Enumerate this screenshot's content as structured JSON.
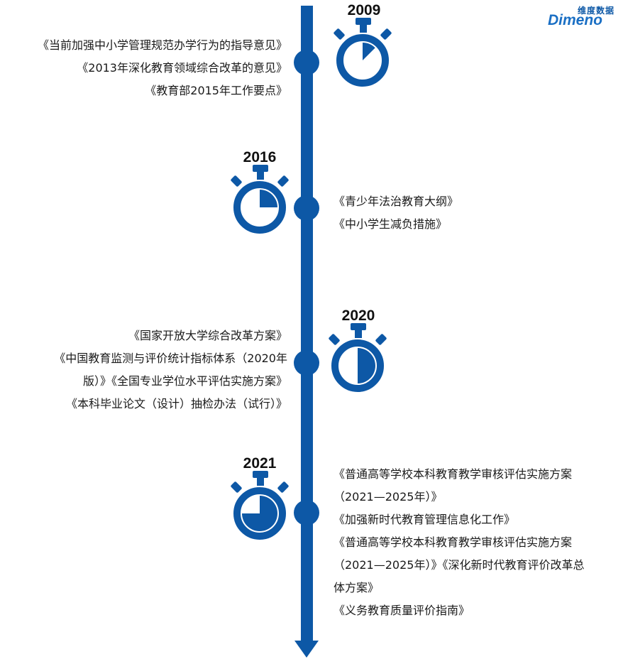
{
  "logo": {
    "name_cn": "维度数据",
    "name_en": "Dimeno"
  },
  "milestones": [
    {
      "year": "2009",
      "fill": 0.125,
      "entries": [
        "《当前加强中小学管理规范办学行为的指导意见》",
        "《2013年深化教育领域综合改革的意见》",
        "《教育部2015年工作要点》"
      ]
    },
    {
      "year": "2016",
      "fill": 0.25,
      "entries": [
        "《青少年法治教育大纲》",
        "《中小学生减负措施》"
      ]
    },
    {
      "year": "2020",
      "fill": 0.5,
      "entries": [
        "《国家开放大学综合改革方案》",
        "《中国教育监测与评价统计指标体系（2020年",
        "版）》《全国专业学位水平评估实施方案》",
        "《本科毕业论文（设计）抽检办法（试行）》"
      ]
    },
    {
      "year": "2021",
      "fill": 0.75,
      "entries": [
        "《普通高等学校本科教育教学审核评估实施方案",
        "（2021—2025年）》",
        "《加强新时代教育管理信息化工作》",
        "《普通高等学校本科教育教学审核评估实施方案",
        "（2021—2025年）》《深化新时代教育评价改革总",
        "体方案》",
        "《义务教育质量评价指南》"
      ]
    }
  ],
  "colors": {
    "accent": "#0d58a6"
  }
}
